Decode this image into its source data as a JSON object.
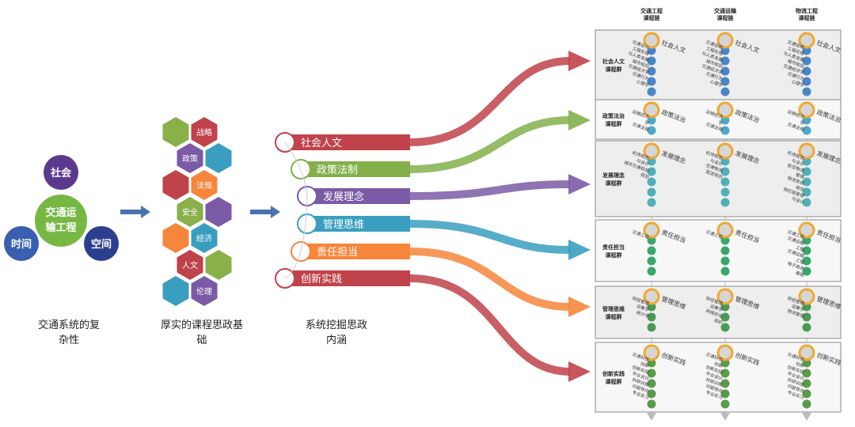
{
  "left_cluster": {
    "center": "交通运输工程",
    "top": "社会",
    "left": "时间",
    "right": "空间",
    "caption": "交通系统的复杂性",
    "colors": {
      "center": "#77b845",
      "satellite": "#5b3a8e"
    }
  },
  "hex_grid": {
    "caption": "厚实的课程思政基础",
    "labels": [
      "战略",
      "政策",
      "法规",
      "安全",
      "经济",
      "人文",
      "伦理"
    ]
  },
  "ribbons": {
    "caption": "系统挖掘思政内涵",
    "items": [
      {
        "label": "社会人文",
        "color": "#c0424a"
      },
      {
        "label": "政策法制",
        "color": "#84b04c"
      },
      {
        "label": "发展理念",
        "color": "#7b5aa6"
      },
      {
        "label": "管理思维",
        "color": "#3a9fbf"
      },
      {
        "label": "责任担当",
        "color": "#f6863c"
      },
      {
        "label": "创新实践",
        "color": "#c0424a"
      }
    ]
  },
  "curriculum": {
    "column_headers": [
      "交通工程课程链",
      "交通运输课程链",
      "物流工程课程链"
    ],
    "groups": [
      {
        "name": "社会人文课程群",
        "theme": "社会人文",
        "courses": [
          [
            "交通设计",
            "工程伦理",
            "与人类发展",
            "城市规划",
            "交通经济学",
            "交通行为",
            "心理学"
          ],
          [
            "交通运输",
            "工程伦理",
            "与人类发展",
            "城市规划",
            "交通经济学",
            "交通行为",
            "心理学"
          ],
          [
            "交通运输",
            "工程伦理",
            "与人类发展",
            "城市规划",
            "交通经济学",
            "交通行为",
            "心理学"
          ]
        ]
      },
      {
        "name": "政策法治课程群",
        "theme": "政策法治",
        "courses": [
          [
            "运输经济",
            "学",
            "交通法规"
          ],
          [
            "运输经济",
            "学",
            "交通法规"
          ],
          [
            "运输经济",
            "学",
            "交通法规"
          ]
        ]
      },
      {
        "name": "发展理念课程群",
        "theme": "发展理念",
        "courses": [
          [
            "机场规划",
            "与设计",
            "城市交通规划",
            "规划"
          ],
          [
            "机场规划",
            "与设计",
            "空港物流",
            "配送规划"
          ],
          [
            "机场规划",
            "与设计",
            "航空物流",
            "管理",
            "物流系统",
            "规划",
            "供应链管理",
            "与设计"
          ]
        ]
      },
      {
        "name": "责任担当课程群",
        "theme": "责任担当",
        "courses": [
          [
            "交通工程"
          ],
          [
            "交通工程"
          ],
          [
            "交通工程",
            "交通运输",
            "工程",
            "交通运输",
            "工程",
            "电子商务",
            "基础"
          ]
        ]
      },
      {
        "name": "管理思维课程群",
        "theme": "管理思维",
        "courses": [
          [
            "财经管理",
            "运筹学",
            "统计学"
          ],
          [
            "财经管理",
            "运筹学",
            "网络优化",
            "组织"
          ],
          [
            "财经管理",
            "运筹学",
            "物流管理"
          ]
        ]
      },
      {
        "name": "创新实践课程群",
        "theme": "创新实践",
        "courses": [
          [
            "交通科技",
            "创新",
            "创新实践",
            "毕业设计",
            "科研训练",
            "问题导向",
            "专业实习"
          ],
          [
            "交通科技",
            "创新",
            "创新实践",
            "毕业设计",
            "科研训练",
            "问题导向",
            "专业实习"
          ],
          [
            "交通科技",
            "创新",
            "创新实践",
            "毕业设计",
            "科研训练",
            "问题导向",
            "专业实习"
          ]
        ]
      }
    ]
  }
}
